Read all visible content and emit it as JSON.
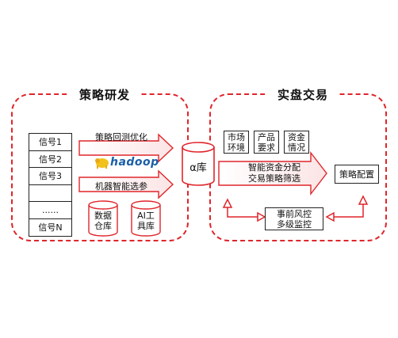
{
  "left_panel": {
    "title": "策略研发",
    "signals": [
      "信号1",
      "信号2",
      "信号3",
      "",
      "......",
      "信号N"
    ],
    "top_arrow_label": "策略回测优化",
    "hadoop_logo": "hadoop",
    "bottom_arrow_label": "机器智能选参",
    "data_warehouse": "数据\n仓库",
    "ai_tools": "AI工\n具库"
  },
  "center": {
    "alpha_db": "α库"
  },
  "right_panel": {
    "title": "实盘交易",
    "info_boxes": [
      "市场\n环境",
      "产品\n要求",
      "资金\n情况"
    ],
    "big_arrow_label": "智能资金分配\n交易策略筛选",
    "strategy_config": "策略配置",
    "risk_control": "事前风控\n多级监控"
  },
  "colors": {
    "accent": "#e0252b",
    "line": "#222222"
  },
  "icons": [
    "hadoop-elephant-icon"
  ]
}
